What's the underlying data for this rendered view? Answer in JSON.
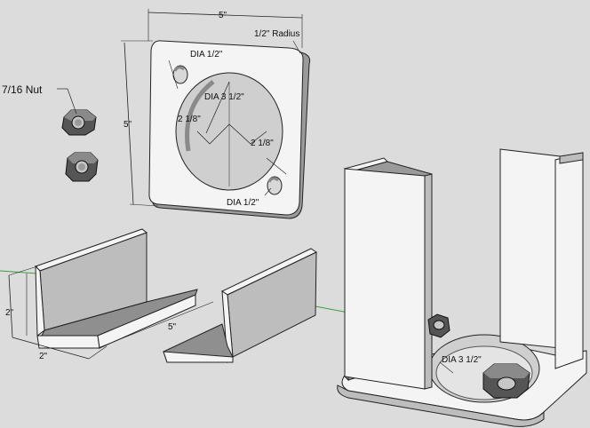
{
  "labels": {
    "plate_width": "5\"",
    "plate_height": "5\"",
    "corner_radius": "1/2\" Radius",
    "hole_top": "DIA 1/2\"",
    "hole_bottom": "DIA 1/2\"",
    "center_hole": "DIA 3 1/2\"",
    "offset_left": "2 1/8\"",
    "offset_right": "2 1/8\"",
    "nut": "7/16 Nut",
    "angle_height": "2\"",
    "angle_width": "2\"",
    "angle_length": "5\"",
    "assembly_hole": "DIA 3 1/2\""
  },
  "colors": {
    "background": "#dcdcdc",
    "face_light": "#f4f4f4",
    "face_mid": "#bdbdbd",
    "face_dark": "#8f8f8f",
    "edge": "#222222",
    "axis_green": "#3aa03a"
  }
}
